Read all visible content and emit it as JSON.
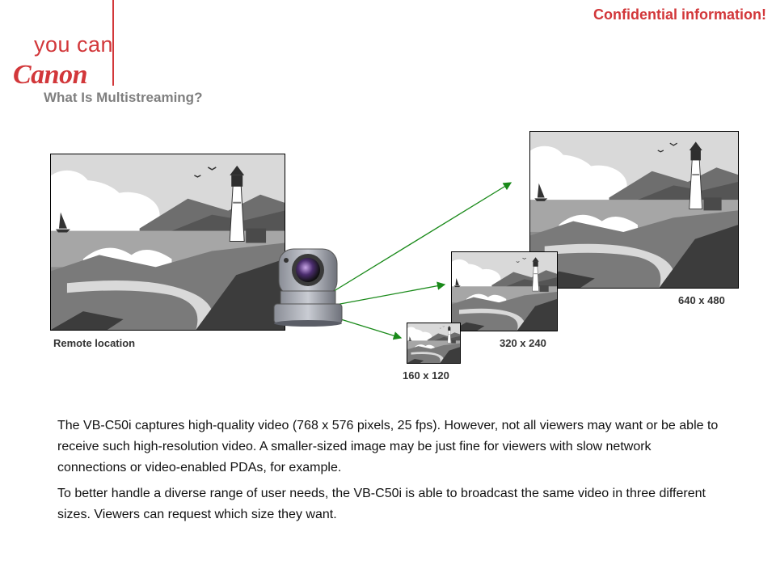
{
  "logo": {
    "tagline": "you can",
    "brand": "Canon"
  },
  "header": {
    "confidential": "Confidential information!"
  },
  "title": "What Is Multistreaming?",
  "labels": {
    "source": "Remote location",
    "large": "640 x 480",
    "medium": "320 x 240",
    "small": "160 x 120"
  },
  "body": {
    "paragraph1": "The VB-C50i captures high-quality video (768 x 576 pixels, 25 fps). However, not all viewers may want or be able to receive such high-resolution video. A smaller-sized image may be just fine for viewers with slow network connections or video-enabled PDAs, for example.",
    "paragraph2": "To better handle a diverse range of user needs, the VB-C50i is able to broadcast the same video in three different sizes. Viewers can request which size they want."
  },
  "colors": {
    "brand_red": "#d2373a",
    "arrow_green": "#1a8a1a"
  }
}
